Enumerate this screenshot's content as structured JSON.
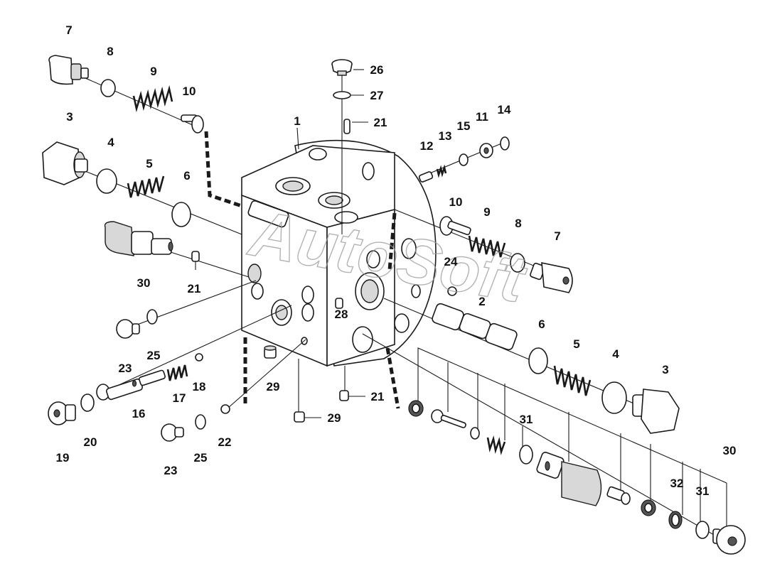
{
  "watermark": "AutoSoft",
  "labels": {
    "l1": "1",
    "l2": "2",
    "l3a": "3",
    "l3b": "3",
    "l4a": "4",
    "l4b": "4",
    "l5a": "5",
    "l5b": "5",
    "l6a": "6",
    "l6b": "6",
    "l7a": "7",
    "l7b": "7",
    "l8a": "8",
    "l8b": "8",
    "l9a": "9",
    "l9b": "9",
    "l10a": "10",
    "l10b": "10",
    "l11": "11",
    "l12": "12",
    "l13": "13",
    "l14": "14",
    "l15": "15",
    "l16": "16",
    "l17": "17",
    "l18": "18",
    "l19": "19",
    "l20": "20",
    "l21a": "21",
    "l21b": "21",
    "l21c": "21",
    "l22": "22",
    "l23a": "23",
    "l23b": "23",
    "l24": "24",
    "l25a": "25",
    "l25b": "25",
    "l26": "26",
    "l27": "27",
    "l28": "28",
    "l29a": "29",
    "l29b": "29",
    "l30a": "30",
    "l30b": "30",
    "l31a": "31",
    "l31b": "31",
    "l32": "32"
  }
}
